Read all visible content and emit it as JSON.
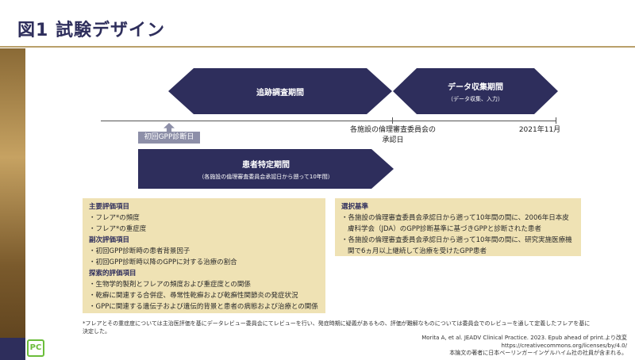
{
  "title": "図1 試験デザイン",
  "arrows": {
    "tracking": {
      "label": "追跡調査期間"
    },
    "data_collection": {
      "label": "データ収集期間",
      "sub": "（データ収集、入力）"
    },
    "patient_identification": {
      "label": "患者特定期間",
      "sub": "（各施設の倫理審査委員会承認日から遡って10年間）"
    }
  },
  "timeline": {
    "ethics_approval_line1": "各施設の倫理審査委員会の",
    "ethics_approval_line2": "承認日",
    "end_date": "2021年11月",
    "first_visit": "初回GPP診断日"
  },
  "evaluation": {
    "primary_heading": "主要評価項目",
    "primary_items": [
      "・フレア*の頻度",
      "・フレア*の重症度"
    ],
    "secondary_heading": "副次評価項目",
    "secondary_items": [
      "・初回GPP診断時の患者背景因子",
      "・初回GPP診断時以降のGPPに対する治療の割合"
    ],
    "exploratory_heading": "探索的評価項目",
    "exploratory_items": [
      "・生物学的製剤とフレアの頻度および重症度との関係",
      "・乾癬に関連する合併症、尋常性乾癬および乾癬性関節炎の発症状況",
      "・GPPに関連する遺伝子および遺伝的背景と患者の病態および治療との関係"
    ]
  },
  "selection": {
    "heading": "選択基準",
    "items": [
      "・各施設の倫理審査委員会承認日から遡って10年間の間に、2006年日本皮膚科学会（JDA）のGPP診断基準に基づきGPPと診断された患者",
      "・各施設の倫理審査委員会承認日から遡って10年間の間に、研究実施医療機関で6ヵ月以上継続して治療を受けたGPP患者"
    ]
  },
  "footnote": "*フレアとその重症度については主治医評価を基にデータレビュー委員会にてレビューを行い、発症時期に疑義があるもの、評価が難解なものについては委員会でのレビューを通して定義したフレアを基に決定した。",
  "citation": {
    "line1": "Morita A, et al. JEADV Clinical Practice. 2023. Epub ahead of print.より改変",
    "line2": "https://creativecommons.org/licenses/by/4.0/",
    "line3": "本論文の著者に日本ベーリンガーインゲルハイム社の社員が含まれる。"
  },
  "logo_text": "PC",
  "colors": {
    "navy": "#2e2e5c",
    "box": "#efe2b4",
    "gold": "#b9a06a",
    "muted_navy": "#8d8fa8",
    "logo_green": "#6bbd3a"
  }
}
